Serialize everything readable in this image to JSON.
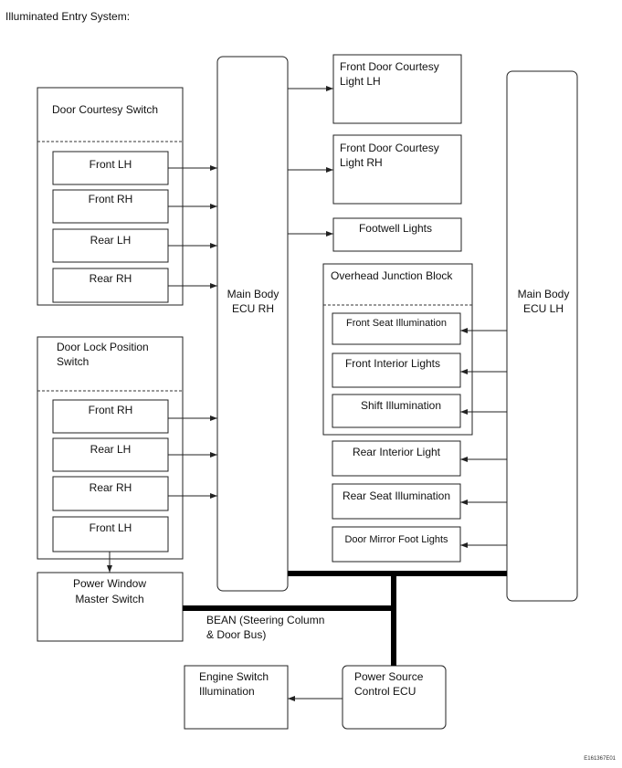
{
  "title": "Illuminated Entry System:",
  "figure_id": "E161367E01",
  "door_courtesy_switch": {
    "title": "Door Courtesy Switch",
    "items": [
      "Front LH",
      "Front RH",
      "Rear LH",
      "Rear RH"
    ]
  },
  "door_lock_position_switch": {
    "title_line1": "Door Lock Position",
    "title_line2": "Switch",
    "items": [
      "Front RH",
      "Rear LH",
      "Rear RH",
      "Front LH"
    ]
  },
  "power_window_master_switch": {
    "line1": "Power Window",
    "line2": "Master Switch"
  },
  "main_body_ecu_rh": {
    "line1": "Main Body",
    "line2": "ECU RH"
  },
  "main_body_ecu_lh": {
    "line1": "Main Body",
    "line2": "ECU LH"
  },
  "front_door_courtesy_light_lh": {
    "line1": "Front Door Courtesy",
    "line2": "Light LH"
  },
  "front_door_courtesy_light_rh": {
    "line1": "Front Door Courtesy",
    "line2": "Light RH"
  },
  "footwell_lights": "Footwell Lights",
  "overhead_junction_block": {
    "title": "Overhead Junction Block",
    "items": [
      "Front Seat Illumination",
      "Front Interior Lights",
      "Shift Illumination"
    ]
  },
  "rear_interior_light": "Rear Interior Light",
  "rear_seat_illumination": "Rear Seat Illumination",
  "door_mirror_foot_lights": "Door Mirror Foot Lights",
  "bean": {
    "line1": "BEAN (Steering Column",
    "line2": "& Door Bus)"
  },
  "engine_switch_illumination": {
    "line1": "Engine Switch",
    "line2": "Illumination"
  },
  "power_source_control_ecu": {
    "line1": "Power Source",
    "line2": "Control ECU"
  }
}
